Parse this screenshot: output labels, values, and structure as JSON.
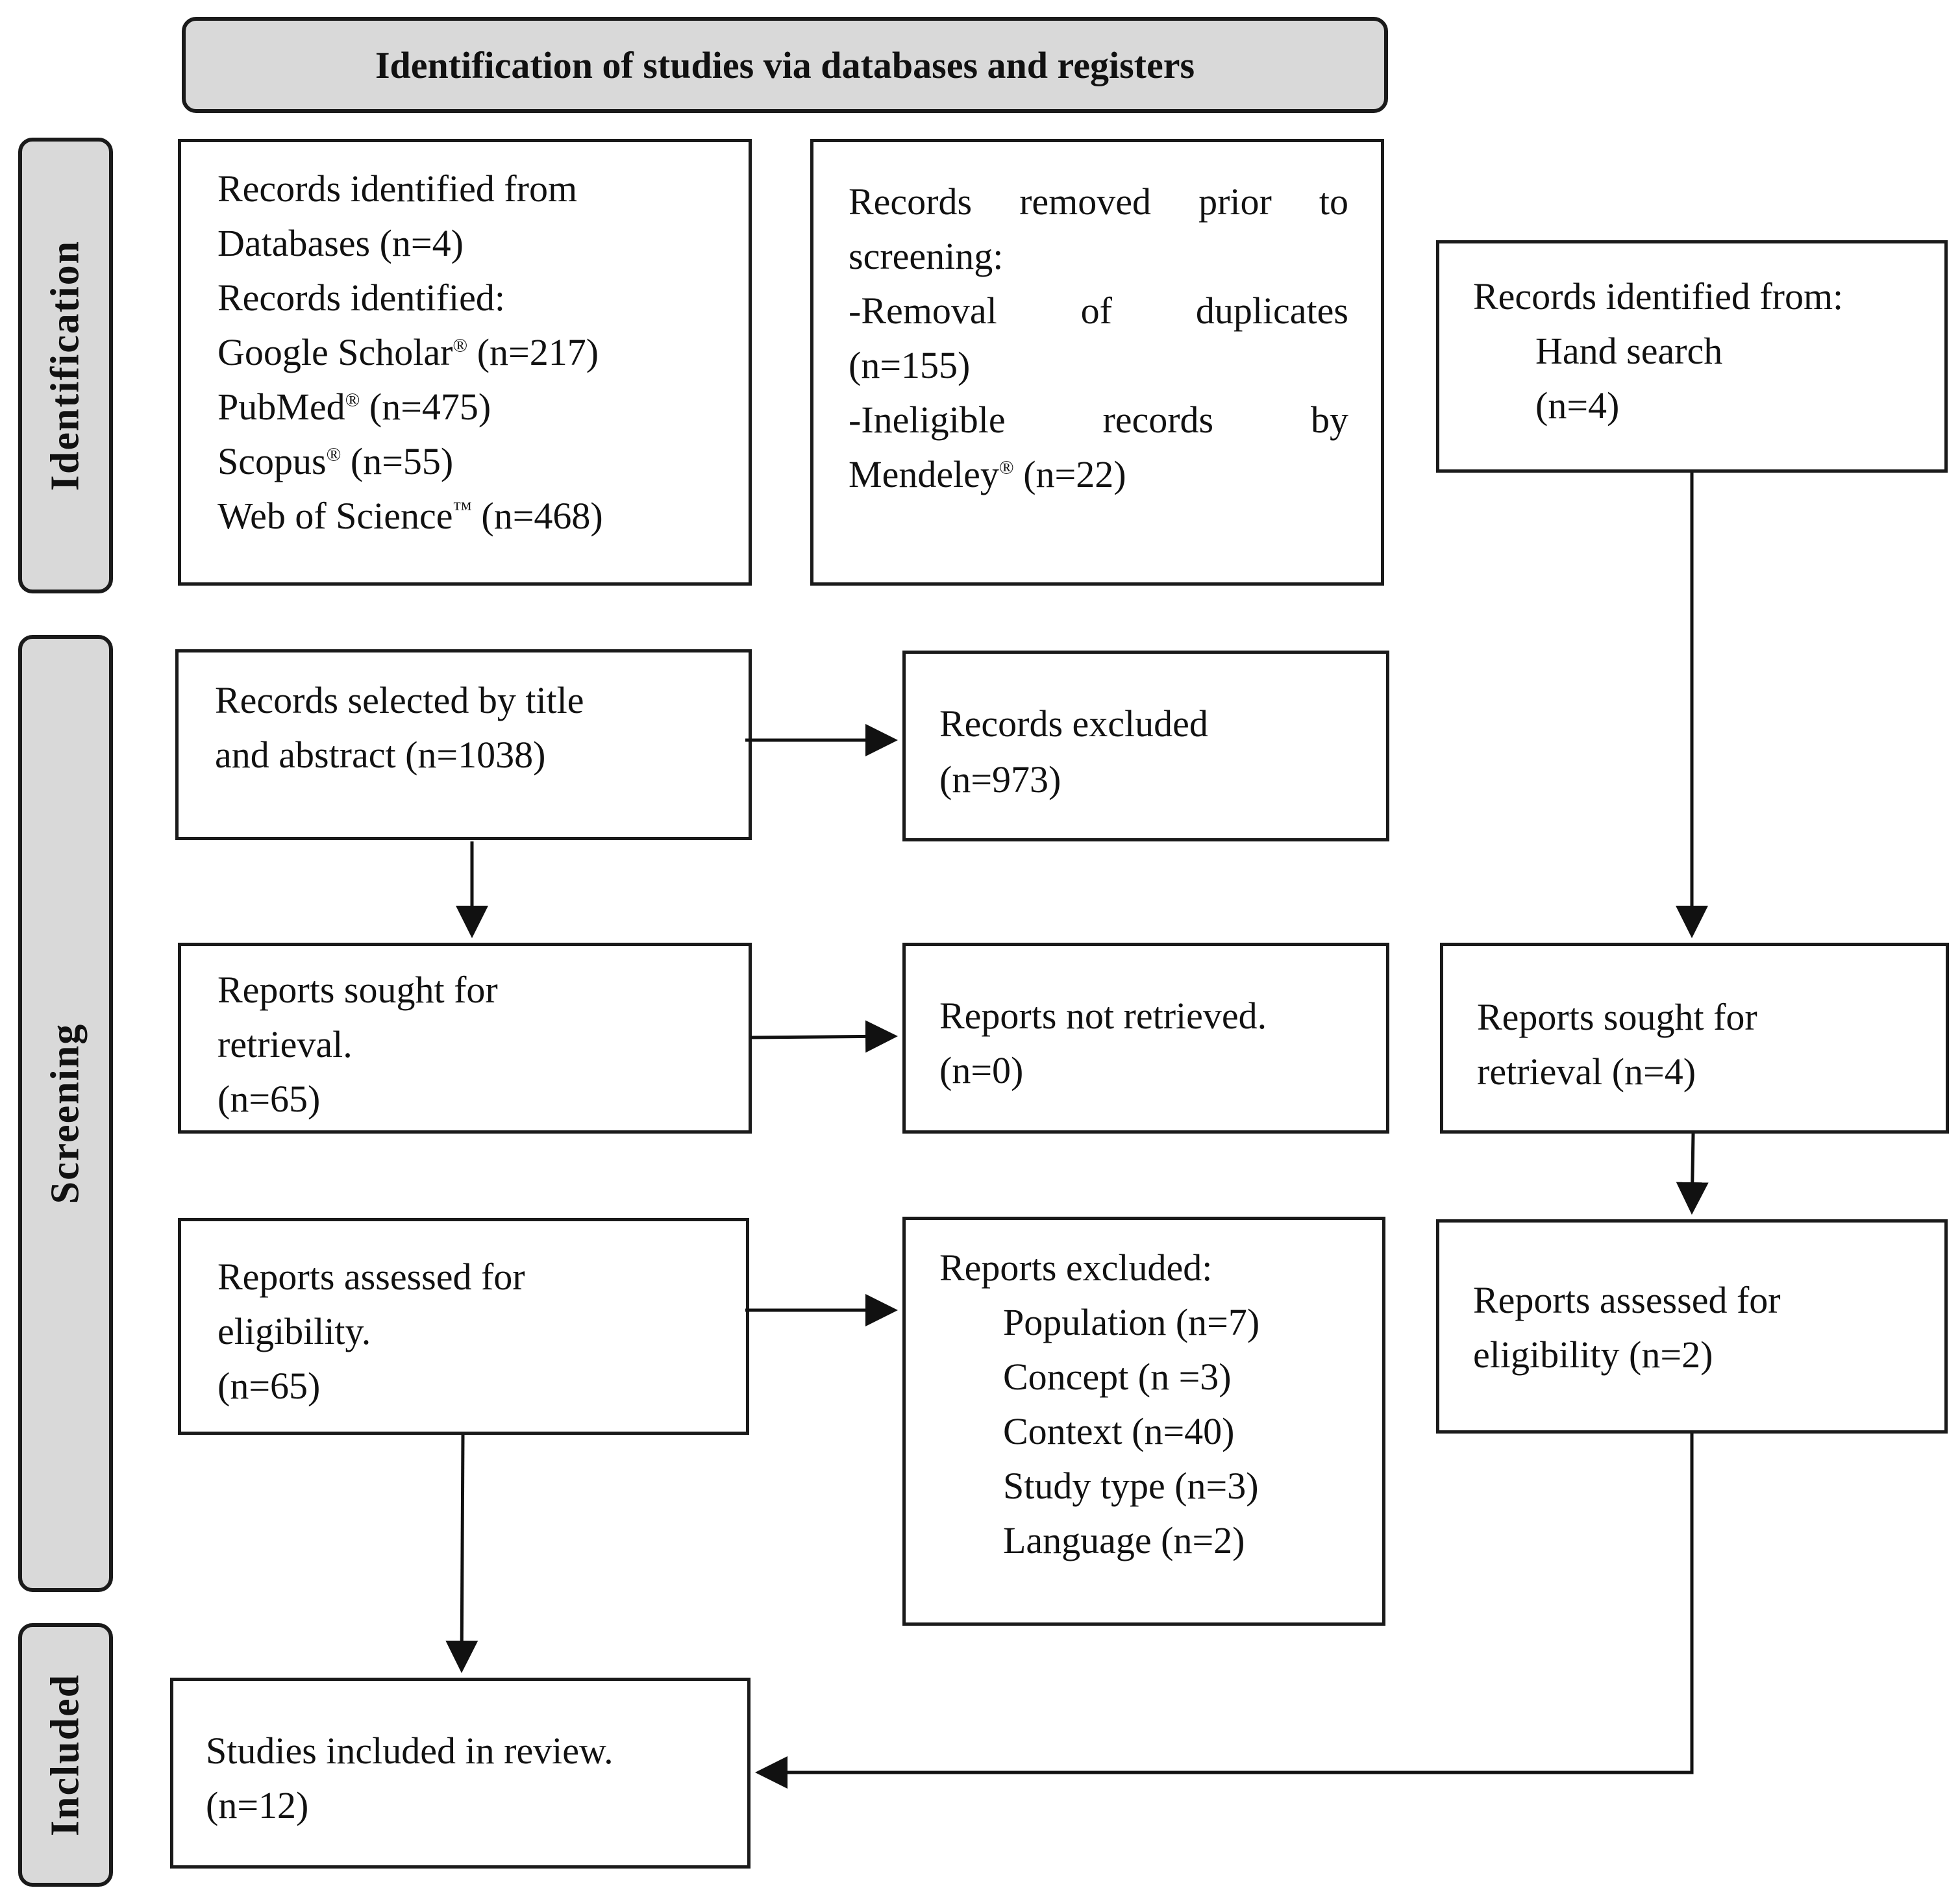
{
  "header": {
    "title": "Identification of studies via databases and registers"
  },
  "phases": {
    "identification": "Identification",
    "screening": "Screening",
    "included": "Included"
  },
  "boxes": {
    "records_identified_db": {
      "l1": "Records identified from",
      "l2": "Databases (n=4)",
      "l3": "Records identified:",
      "google_name": "Google Scholar",
      "google_mark": "®",
      "google_n": "(n=217)",
      "pubmed_name": "PubMed",
      "pubmed_mark": "®",
      "pubmed_n": "(n=475)",
      "scopus_name": "Scopus",
      "scopus_mark": "®",
      "scopus_n": "(n=55)",
      "wos_name": "Web of Science",
      "wos_mark": "™",
      "wos_n": "(n=468)"
    },
    "records_removed": {
      "l1_a": "Records",
      "l1_b": "removed",
      "l1_c": "prior",
      "l1_d": "to",
      "l2": "screening:",
      "l3_a": "-Removal",
      "l3_b": "of",
      "l3_c": "duplicates",
      "l4": "(n=155)",
      "l5_a": "-Ineligible",
      "l5_b": "records",
      "l5_c": "by",
      "l6_name": "Mendeley",
      "l6_mark": "®",
      "l6_n": "(n=22)"
    },
    "hand_search": {
      "l1": "Records identified from:",
      "l2": "Hand search",
      "l3": "(n=4)"
    },
    "records_selected": {
      "l1": "Records selected by title",
      "l2": "and abstract (n=1038)"
    },
    "records_excluded": {
      "l1": "Records excluded",
      "l2": "(n=973)"
    },
    "reports_sought": {
      "l1": "Reports sought for",
      "l2": "retrieval.",
      "l3": "(n=65)"
    },
    "reports_not_retrieved": {
      "l1": "Reports not retrieved.",
      "l2": "(n=0)"
    },
    "reports_sought_hand": {
      "l1": "Reports sought for",
      "l2": "retrieval (n=4)"
    },
    "reports_assessed": {
      "l1": "Reports assessed for",
      "l2": "eligibility.",
      "l3": "(n=65)"
    },
    "reports_excluded": {
      "l1": "Reports excluded:",
      "items": [
        "Population (n=7)",
        "Concept (n =3)",
        "Context (n=40)",
        "Study type (n=3)",
        "Language (n=2)"
      ]
    },
    "reports_assessed_hand": {
      "l1": "Reports assessed for",
      "l2": "eligibility (n=2)"
    },
    "studies_included": {
      "l1": "Studies included in review.",
      "l2": "(n=12)"
    }
  }
}
